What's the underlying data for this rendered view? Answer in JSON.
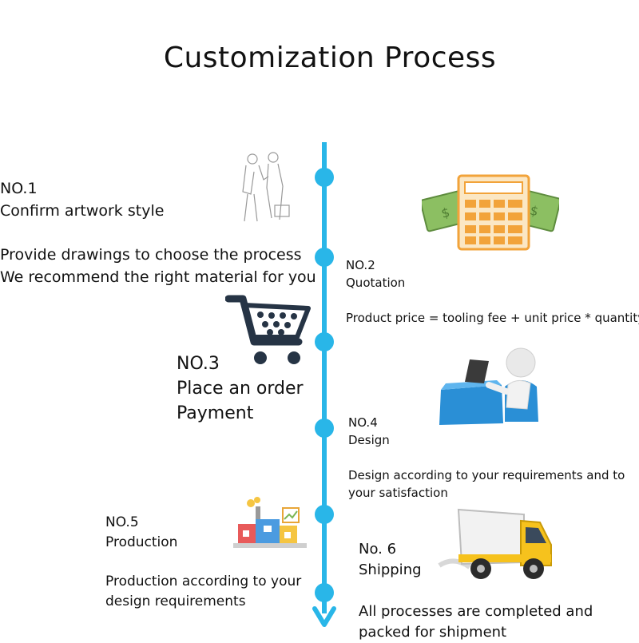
{
  "title": "Customization Process",
  "accent_color": "#29b6e8",
  "steps": [
    {
      "no": "NO.1",
      "name": "Confirm artwork style",
      "desc": [
        "Provide drawings to choose the process",
        "We recommend the right material for you"
      ],
      "icon": "handshake-sketch-icon"
    },
    {
      "no": "NO.2",
      "name": "Quotation",
      "desc": [
        "Product price = tooling fee + unit price * quantity"
      ],
      "icon": "calculator-money-icon"
    },
    {
      "no": "NO.3",
      "name": "Place an order",
      "desc": [
        "Payment"
      ],
      "icon": "shopping-cart-icon"
    },
    {
      "no": "NO.4",
      "name": "Design",
      "desc": [
        "Design according to your requirements and to your satisfaction"
      ],
      "icon": "designer-laptop-icon"
    },
    {
      "no": "NO.5",
      "name": "Production",
      "desc": [
        "Production according to your design requirements"
      ],
      "icon": "factory-icon"
    },
    {
      "no": "No. 6",
      "name": "Shipping",
      "desc": [
        "All processes are completed and packed for shipment"
      ],
      "icon": "delivery-truck-icon"
    }
  ]
}
